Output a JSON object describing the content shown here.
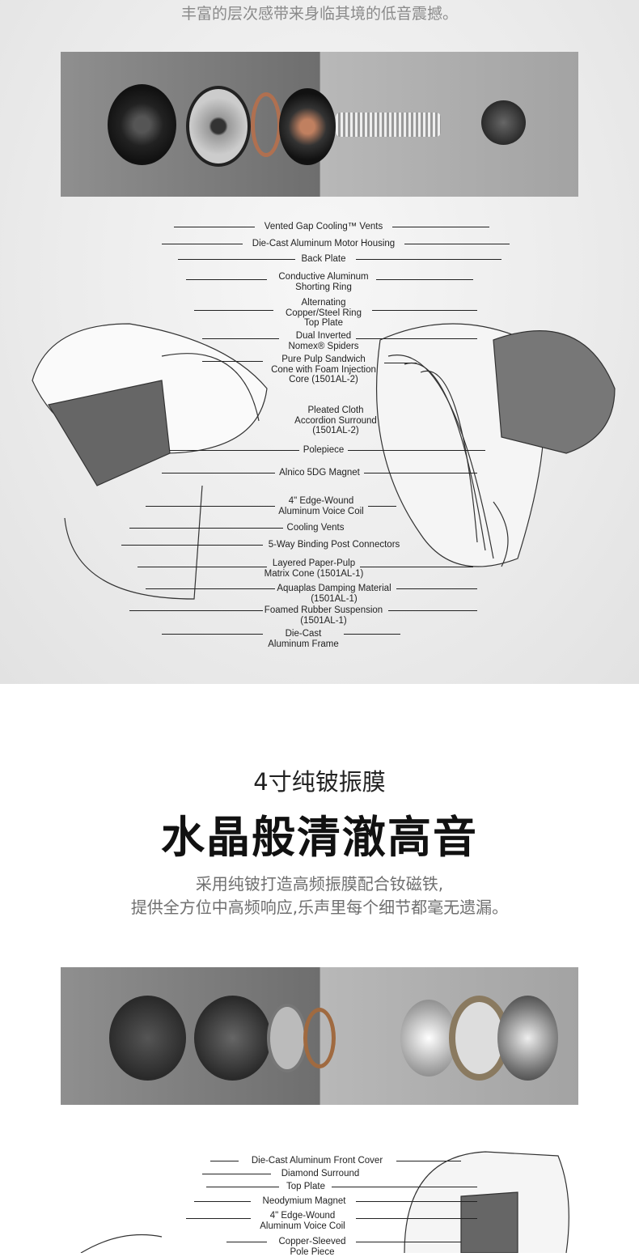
{
  "section1": {
    "intro": "丰富的层次感带来身临其境的低音震撼。",
    "woofer_labels": [
      "Vented Gap Cooling™ Vents",
      "Die-Cast Aluminum Motor Housing",
      "Back Plate",
      "Conductive Aluminum\nShorting Ring",
      "Alternating\nCopper/Steel Ring\nTop Plate",
      "Dual Inverted\nNomex® Spiders",
      "Pure Pulp Sandwich\nCone with Foam Injection\nCore (1501AL-2)",
      "Pleated Cloth\nAccordion Surround\n(1501AL-2)",
      "Polepiece",
      "Alnico 5DG Magnet",
      "4\" Edge-Wound\nAluminum Voice Coil",
      "Cooling Vents",
      "5-Way Binding Post Connectors",
      "Layered Paper-Pulp\nMatrix Cone (1501AL-1)",
      "Aquaplas Damping Material\n(1501AL-1)",
      "Foamed Rubber Suspension\n(1501AL-1)",
      "Die-Cast\nAluminum Frame"
    ]
  },
  "section2": {
    "subtitle": "4寸纯铍振膜",
    "title": "水晶般清澈高音",
    "desc_line1": "采用纯铍打造高频振膜配合钕磁铁,",
    "desc_line2": "提供全方位中高频响应,乐声里每个细节都毫无遗漏。",
    "driver_labels": [
      "Die-Cast Aluminum Front Cover",
      "Diamond Surround",
      "Top Plate",
      "Neodymium Magnet",
      "4\" Edge-Wound\nAluminum Voice Coil",
      "Copper-Sleeved\nPole Piece"
    ]
  }
}
